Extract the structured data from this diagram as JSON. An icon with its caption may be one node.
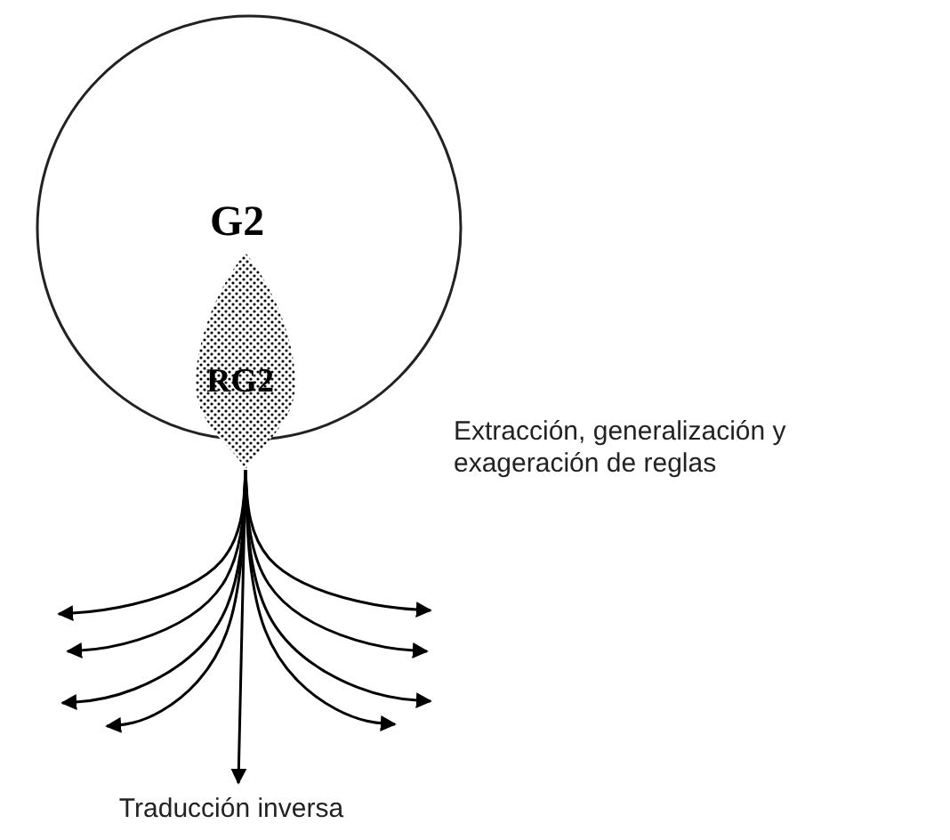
{
  "diagram": {
    "nodes": [
      {
        "text": [
          "G2"
        ]
      },
      {
        "text": [
          "RG2"
        ]
      },
      {
        "text": [
          "Traducción inversa"
        ]
      }
    ],
    "edges": [
      {
        "from": 1,
        "to": null,
        "arrow": "to"
      },
      {
        "from": 1,
        "to": null,
        "arrow": "to"
      },
      {
        "from": 1,
        "to": null,
        "arrow": "to"
      },
      {
        "from": 1,
        "to": null,
        "arrow": "to"
      },
      {
        "from": 1,
        "to": 2,
        "arrow": "to"
      },
      {
        "from": 1,
        "to": null,
        "arrow": "to"
      },
      {
        "from": 1,
        "to": null,
        "arrow": "to"
      },
      {
        "from": 1,
        "to": null,
        "arrow": "to"
      },
      {
        "from": 1,
        "to": null,
        "arrow": "to"
      }
    ],
    "labels": [
      "Extracción, generalización y exageración de reglas"
    ]
  }
}
